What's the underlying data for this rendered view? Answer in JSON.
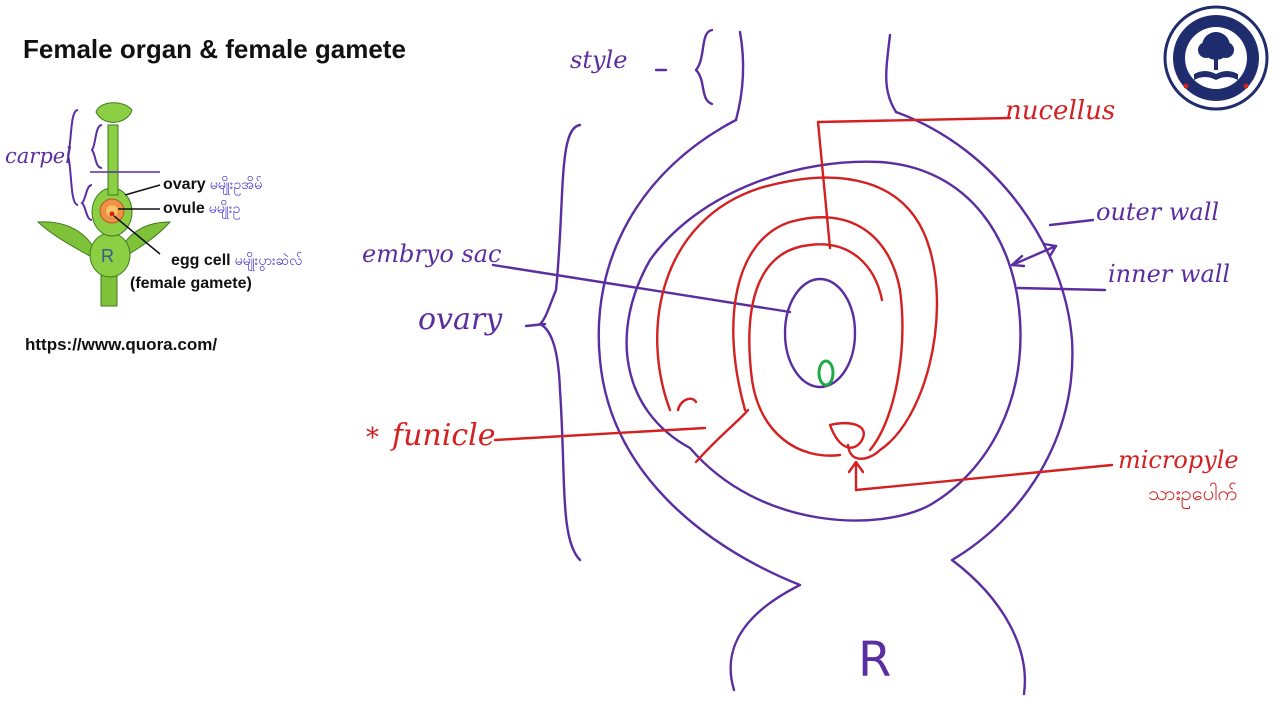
{
  "title": "Female organ & female gamete",
  "source_url": "https://www.quora.com/",
  "small_diagram": {
    "carpel": "carpel",
    "ovary": "ovary",
    "ovary_my": "မမျိုးဥအိမ်",
    "ovule": "ovule",
    "ovule_my": "မမျိုးဥ",
    "egg_cell": "egg cell",
    "egg_cell_my": "မမျိုးပွားဆဲလ်",
    "female_gamete": "(female gamete)",
    "receptacle": "R"
  },
  "drawing": {
    "style": "style",
    "ovary": "ovary",
    "embryo_sac": "embryo sac",
    "funicle": "funicle",
    "funicle_star": "*",
    "nucellus": "nucellus",
    "outer_wall": "outer wall",
    "inner_wall": "inner wall",
    "micropyle": "micropyle",
    "micropyle_my": "သားဥပေါက်",
    "receptacle": "R"
  },
  "colors": {
    "purple": "#5a2ea0",
    "red": "#d42020",
    "green": "#1faa4a",
    "logo_navy": "#1f2d6e"
  }
}
